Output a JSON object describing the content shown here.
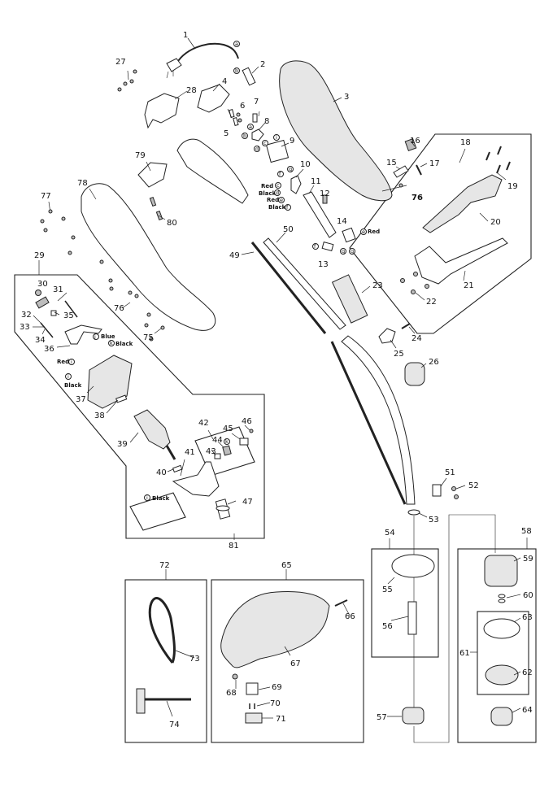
{
  "diagram": {
    "type": "exploded parts diagram",
    "subject": "electric string trimmer",
    "callouts": [
      {
        "id": "1",
        "label": "1"
      },
      {
        "id": "2",
        "label": "2"
      },
      {
        "id": "3",
        "label": "3"
      },
      {
        "id": "4",
        "label": "4"
      },
      {
        "id": "5",
        "label": "5"
      },
      {
        "id": "6",
        "label": "6"
      },
      {
        "id": "7",
        "label": "7"
      },
      {
        "id": "8",
        "label": "8"
      },
      {
        "id": "9",
        "label": "9"
      },
      {
        "id": "10",
        "label": "10"
      },
      {
        "id": "11",
        "label": "11"
      },
      {
        "id": "12",
        "label": "12"
      },
      {
        "id": "13",
        "label": "13"
      },
      {
        "id": "14",
        "label": "14"
      },
      {
        "id": "15",
        "label": "15"
      },
      {
        "id": "16",
        "label": "16"
      },
      {
        "id": "17",
        "label": "17"
      },
      {
        "id": "18",
        "label": "18"
      },
      {
        "id": "19",
        "label": "19"
      },
      {
        "id": "20",
        "label": "20"
      },
      {
        "id": "21",
        "label": "21"
      },
      {
        "id": "22",
        "label": "22"
      },
      {
        "id": "23",
        "label": "23"
      },
      {
        "id": "24",
        "label": "24"
      },
      {
        "id": "25",
        "label": "25"
      },
      {
        "id": "26",
        "label": "26"
      },
      {
        "id": "27",
        "label": "27"
      },
      {
        "id": "28",
        "label": "28"
      },
      {
        "id": "29",
        "label": "29"
      },
      {
        "id": "30",
        "label": "30"
      },
      {
        "id": "31",
        "label": "31"
      },
      {
        "id": "32",
        "label": "32"
      },
      {
        "id": "33",
        "label": "33"
      },
      {
        "id": "34",
        "label": "34"
      },
      {
        "id": "35",
        "label": "35"
      },
      {
        "id": "36",
        "label": "36"
      },
      {
        "id": "37",
        "label": "37"
      },
      {
        "id": "38",
        "label": "38"
      },
      {
        "id": "39",
        "label": "39"
      },
      {
        "id": "40",
        "label": "40"
      },
      {
        "id": "41",
        "label": "41"
      },
      {
        "id": "42",
        "label": "42"
      },
      {
        "id": "43",
        "label": "43"
      },
      {
        "id": "44",
        "label": "44"
      },
      {
        "id": "45",
        "label": "45"
      },
      {
        "id": "46",
        "label": "46"
      },
      {
        "id": "47",
        "label": "47"
      },
      {
        "id": "49",
        "label": "49"
      },
      {
        "id": "50",
        "label": "50"
      },
      {
        "id": "51",
        "label": "51"
      },
      {
        "id": "52",
        "label": "52"
      },
      {
        "id": "53",
        "label": "53"
      },
      {
        "id": "54",
        "label": "54"
      },
      {
        "id": "55",
        "label": "55"
      },
      {
        "id": "56",
        "label": "56"
      },
      {
        "id": "57",
        "label": "57"
      },
      {
        "id": "58",
        "label": "58"
      },
      {
        "id": "59",
        "label": "59"
      },
      {
        "id": "60",
        "label": "60"
      },
      {
        "id": "61",
        "label": "61"
      },
      {
        "id": "62",
        "label": "62"
      },
      {
        "id": "63",
        "label": "63"
      },
      {
        "id": "64",
        "label": "64"
      },
      {
        "id": "65",
        "label": "65"
      },
      {
        "id": "66",
        "label": "66"
      },
      {
        "id": "67",
        "label": "67"
      },
      {
        "id": "68",
        "label": "68"
      },
      {
        "id": "69",
        "label": "69"
      },
      {
        "id": "70",
        "label": "70"
      },
      {
        "id": "71",
        "label": "71"
      },
      {
        "id": "72",
        "label": "72"
      },
      {
        "id": "73",
        "label": "73"
      },
      {
        "id": "74",
        "label": "74"
      },
      {
        "id": "75",
        "label": "75"
      },
      {
        "id": "76",
        "label": "76"
      },
      {
        "id": "76b",
        "label": "76"
      },
      {
        "id": "77",
        "label": "77"
      },
      {
        "id": "78",
        "label": "78"
      },
      {
        "id": "79",
        "label": "79"
      },
      {
        "id": "80",
        "label": "80"
      },
      {
        "id": "81",
        "label": "81"
      }
    ],
    "wire_markers": {
      "a": "a",
      "b": "b",
      "c": "c",
      "d": "d",
      "e": "e",
      "f": "f",
      "g": "g",
      "i": "i",
      "j": "j",
      "k": "k"
    },
    "wire_colors": {
      "red": "Red",
      "black": "Black",
      "blue": "Blue"
    }
  }
}
